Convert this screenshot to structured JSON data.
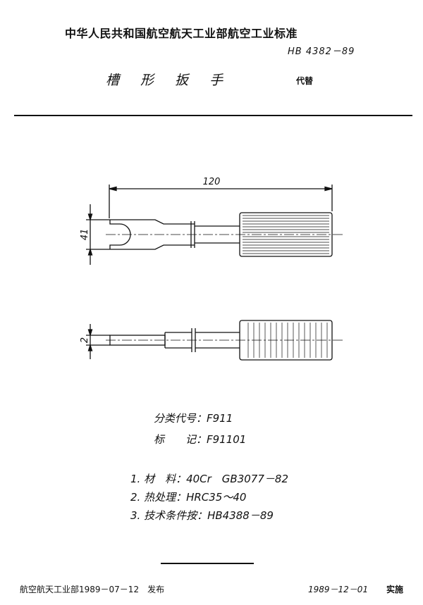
{
  "header": {
    "organization": "中华人民共和国航空航天工业部航空工业标准",
    "standard_number": "HB 4382－89",
    "title": "槽 形 扳 手",
    "replaces": "代替"
  },
  "drawing": {
    "length_dim": "120",
    "width_dim": "41",
    "thickness_dim": "2"
  },
  "classification": {
    "code": "分类代号：F911",
    "mark": "标　　记：F91101"
  },
  "requirements": [
    "1. 材　料：40Cr　GB3077－82",
    "2. 热处理：HRC35～40",
    "3. 技术条件按：HB4388－89"
  ],
  "footer": {
    "issued": "航空航天工业部1989－07－12　发布",
    "effective_date": "1989－12－01",
    "implement": "实施"
  }
}
